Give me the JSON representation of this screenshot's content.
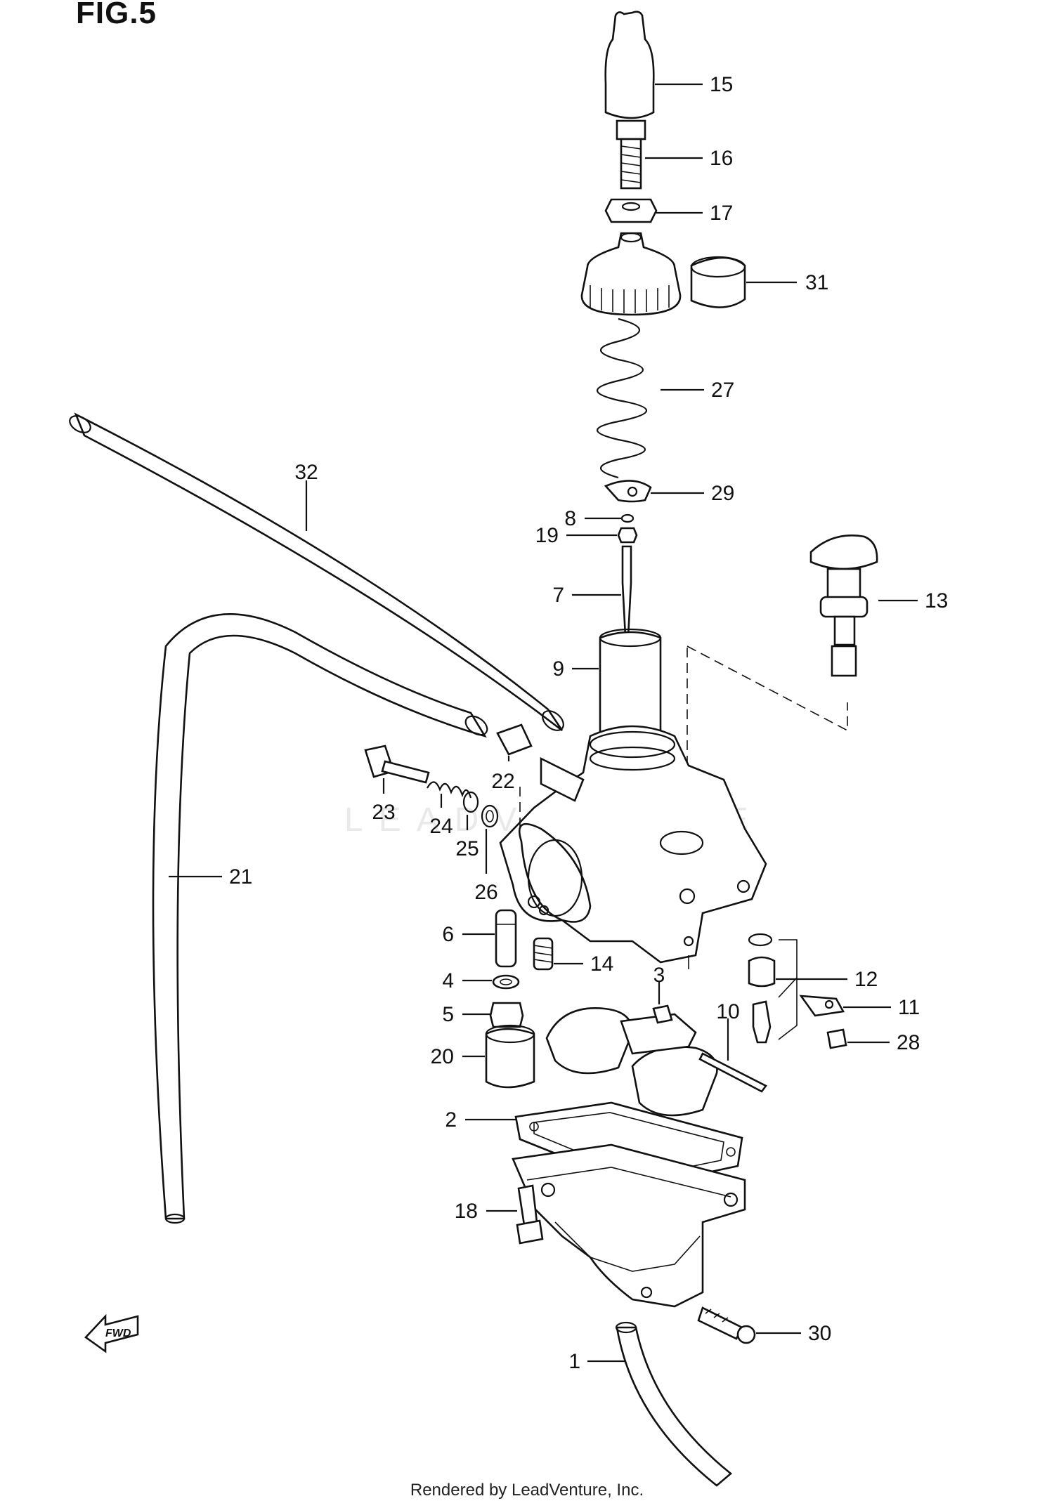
{
  "figure": {
    "title": "FIG.5"
  },
  "watermark": "LEADVENTURE",
  "footer": "Rendered by LeadVenture, Inc.",
  "front_arrow_label": "FWD",
  "parts": [
    {
      "id": "p1",
      "number": "1"
    },
    {
      "id": "p2",
      "number": "2"
    },
    {
      "id": "p3",
      "number": "3"
    },
    {
      "id": "p4",
      "number": "4"
    },
    {
      "id": "p5",
      "number": "5"
    },
    {
      "id": "p6",
      "number": "6"
    },
    {
      "id": "p7",
      "number": "7"
    },
    {
      "id": "p8",
      "number": "8"
    },
    {
      "id": "p9",
      "number": "9"
    },
    {
      "id": "p10",
      "number": "10"
    },
    {
      "id": "p11",
      "number": "11"
    },
    {
      "id": "p12",
      "number": "12"
    },
    {
      "id": "p13",
      "number": "13"
    },
    {
      "id": "p14",
      "number": "14"
    },
    {
      "id": "p15",
      "number": "15"
    },
    {
      "id": "p16",
      "number": "16"
    },
    {
      "id": "p17",
      "number": "17"
    },
    {
      "id": "p18",
      "number": "18"
    },
    {
      "id": "p19",
      "number": "19"
    },
    {
      "id": "p20",
      "number": "20"
    },
    {
      "id": "p21",
      "number": "21"
    },
    {
      "id": "p22",
      "number": "22"
    },
    {
      "id": "p23",
      "number": "23"
    },
    {
      "id": "p24",
      "number": "24"
    },
    {
      "id": "p25",
      "number": "25"
    },
    {
      "id": "p26",
      "number": "26"
    },
    {
      "id": "p27",
      "number": "27"
    },
    {
      "id": "p28",
      "number": "28"
    },
    {
      "id": "p29",
      "number": "29"
    },
    {
      "id": "p30",
      "number": "30"
    },
    {
      "id": "p31",
      "number": "31"
    },
    {
      "id": "p32",
      "number": "32"
    }
  ]
}
